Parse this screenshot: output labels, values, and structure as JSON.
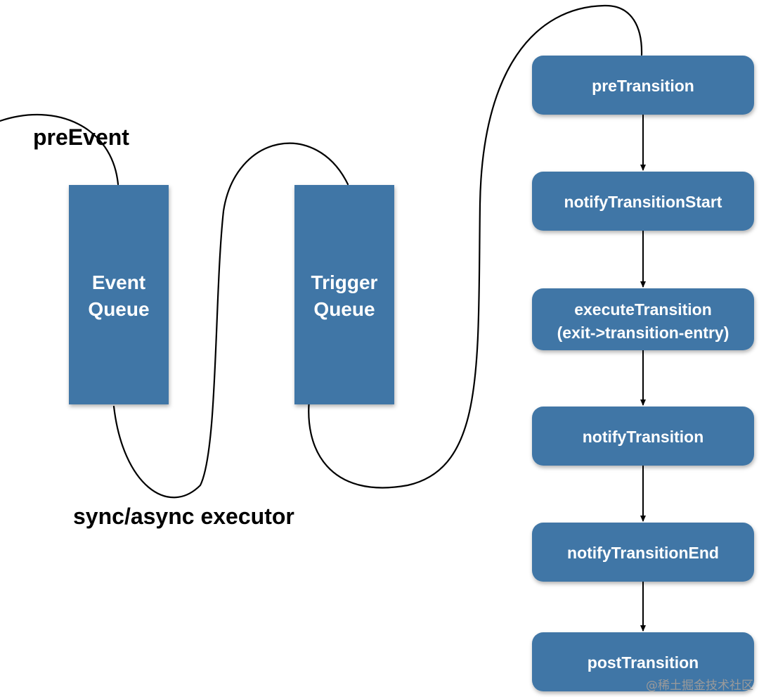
{
  "colors": {
    "box_fill": "#3f76a6",
    "box_text": "#ffffff",
    "line": "#000000",
    "label_text": "#000000",
    "watermark": "#9a9a9a"
  },
  "labels": {
    "pre_event": "preEvent",
    "executor": "sync/async executor",
    "watermark": "@稀土掘金技术社区"
  },
  "queues": {
    "event": {
      "line1": "Event",
      "line2": "Queue"
    },
    "trigger": {
      "line1": "Trigger",
      "line2": "Queue"
    }
  },
  "steps": [
    {
      "line1": "preTransition",
      "line2": ""
    },
    {
      "line1": "notifyTransitionStart",
      "line2": ""
    },
    {
      "line1": "executeTransition",
      "line2": "(exit->transition-entry)"
    },
    {
      "line1": "notifyTransition",
      "line2": ""
    },
    {
      "line1": "notifyTransitionEnd",
      "line2": ""
    },
    {
      "line1": "postTransition",
      "line2": ""
    }
  ]
}
